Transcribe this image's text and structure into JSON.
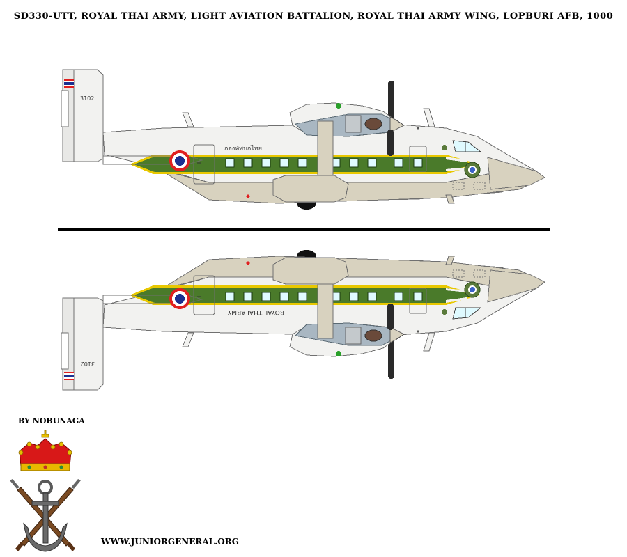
{
  "title": "SD330-UTT, ROYAL THAI ARMY, LIGHT AVIATION BATTALION, ROYAL THAI ARMY WING, LOPBURI AFB, 1000",
  "aircraft_top": {
    "serial": "3102",
    "fuselage_text": "กองทัพบกไทย"
  },
  "aircraft_bottom": {
    "serial": "3102",
    "fuselage_text": "ROYAL THAI ARMY"
  },
  "author_credit": "BY NOBUNAGA",
  "website_credit": "WWW.JUNIORGENERAL.ORG",
  "colors": {
    "fuselage_white": "#f2f2f0",
    "belly_tan": "#d8d2bf",
    "cheatline_green": "#4a7a2a",
    "cheatline_yellow": "#e8c800",
    "window_cyan": "#dffaff",
    "engine_grey": "#a9b7c2",
    "roundel_red": "#e02020",
    "roundel_blue": "#1c2f8f"
  }
}
